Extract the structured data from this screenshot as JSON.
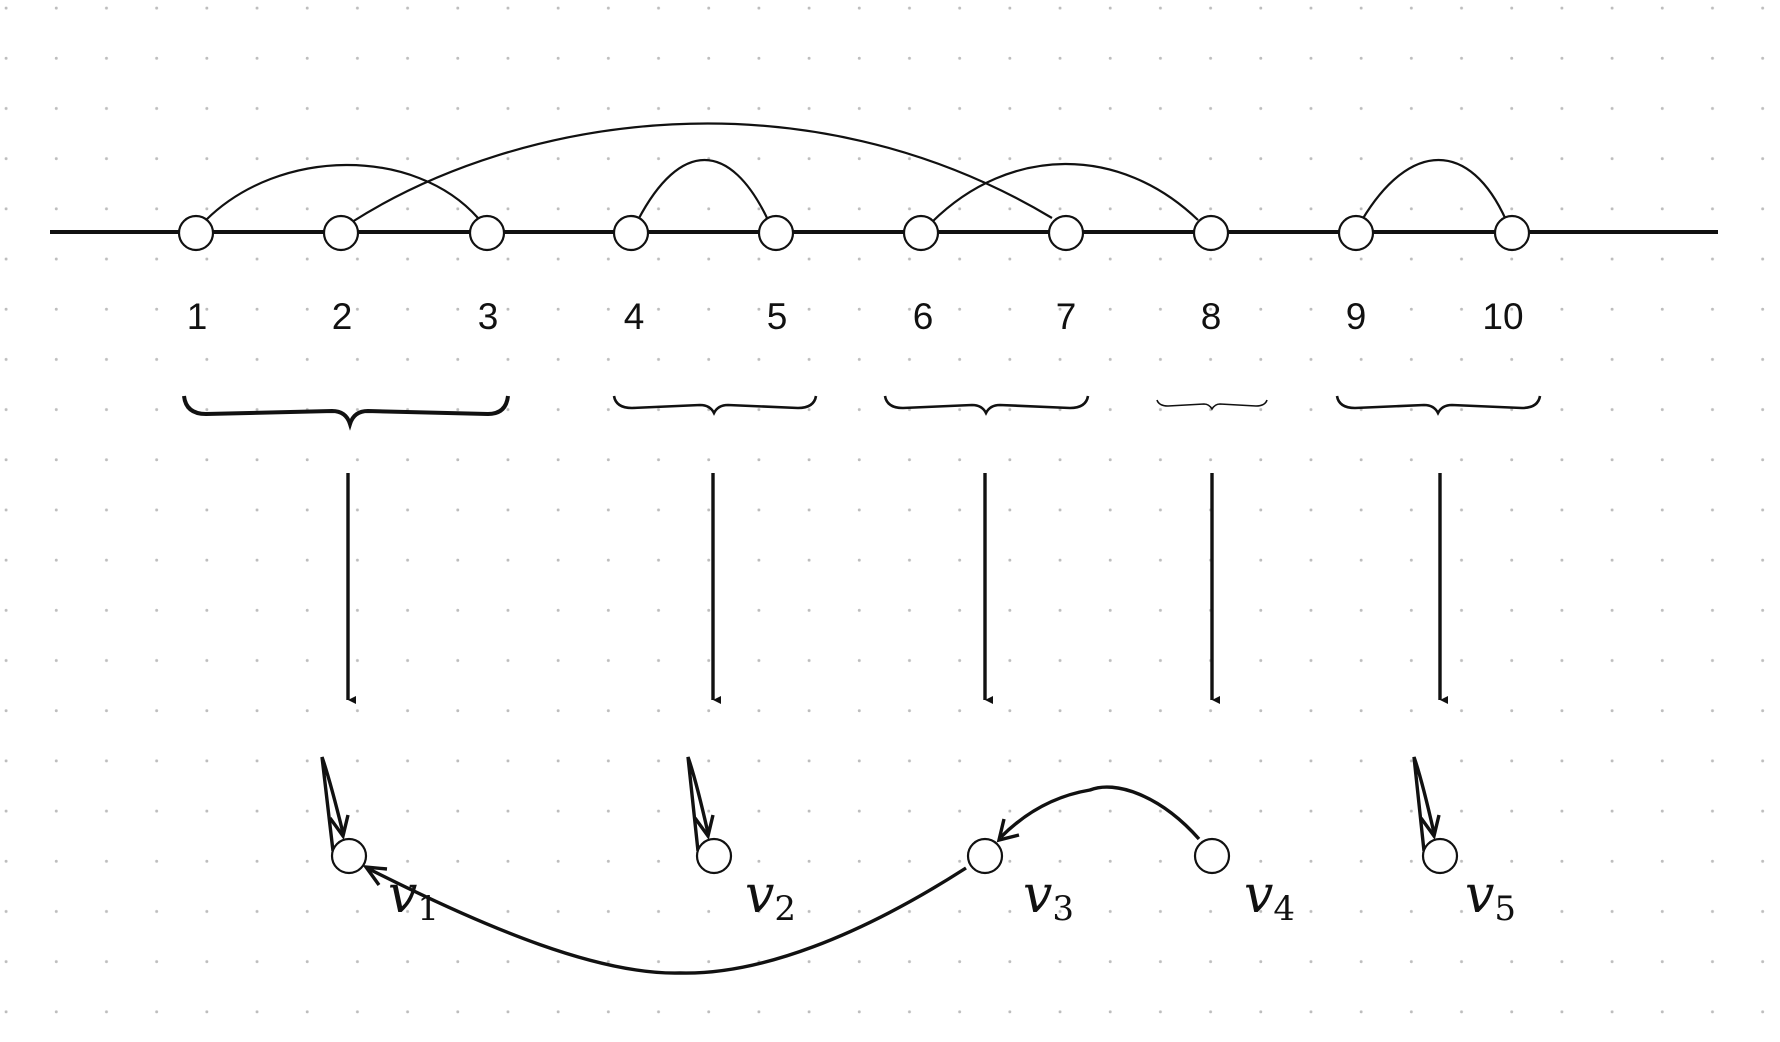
{
  "positions": {
    "nodes": [
      {
        "id": "n1",
        "label": "1"
      },
      {
        "id": "n2",
        "label": "2"
      },
      {
        "id": "n3",
        "label": "3"
      },
      {
        "id": "n4",
        "label": "4"
      },
      {
        "id": "n5",
        "label": "5"
      },
      {
        "id": "n6",
        "label": "6"
      },
      {
        "id": "n7",
        "label": "7"
      },
      {
        "id": "n8",
        "label": "8"
      },
      {
        "id": "n9",
        "label": "9"
      },
      {
        "id": "n10",
        "label": "10"
      }
    ],
    "arcs": [
      {
        "from": "1",
        "to": "3"
      },
      {
        "from": "2",
        "to": "7"
      },
      {
        "from": "4",
        "to": "5"
      },
      {
        "from": "6",
        "to": "8"
      },
      {
        "from": "9",
        "to": "10"
      }
    ],
    "groups": [
      {
        "members": [
          "1",
          "2",
          "3"
        ],
        "maps_to": "v1"
      },
      {
        "members": [
          "4",
          "5"
        ],
        "maps_to": "v2"
      },
      {
        "members": [
          "6",
          "7"
        ],
        "maps_to": "v3"
      },
      {
        "members": [
          "8"
        ],
        "maps_to": "v4"
      },
      {
        "members": [
          "9",
          "10"
        ],
        "maps_to": "v5"
      }
    ]
  },
  "graph": {
    "vertices": [
      {
        "id": "v1",
        "symbol": "v",
        "subscript": "1"
      },
      {
        "id": "v2",
        "symbol": "v",
        "subscript": "2"
      },
      {
        "id": "v3",
        "symbol": "v",
        "subscript": "3"
      },
      {
        "id": "v4",
        "symbol": "v",
        "subscript": "4"
      },
      {
        "id": "v5",
        "symbol": "v",
        "subscript": "5"
      }
    ],
    "edges": [
      {
        "from": "v1",
        "to": "v1",
        "kind": "self-loop"
      },
      {
        "from": "v2",
        "to": "v2",
        "kind": "self-loop"
      },
      {
        "from": "v5",
        "to": "v5",
        "kind": "self-loop"
      },
      {
        "from": "v3",
        "to": "v1",
        "kind": "arc"
      },
      {
        "from": "v4",
        "to": "v3",
        "kind": "arc"
      }
    ]
  }
}
